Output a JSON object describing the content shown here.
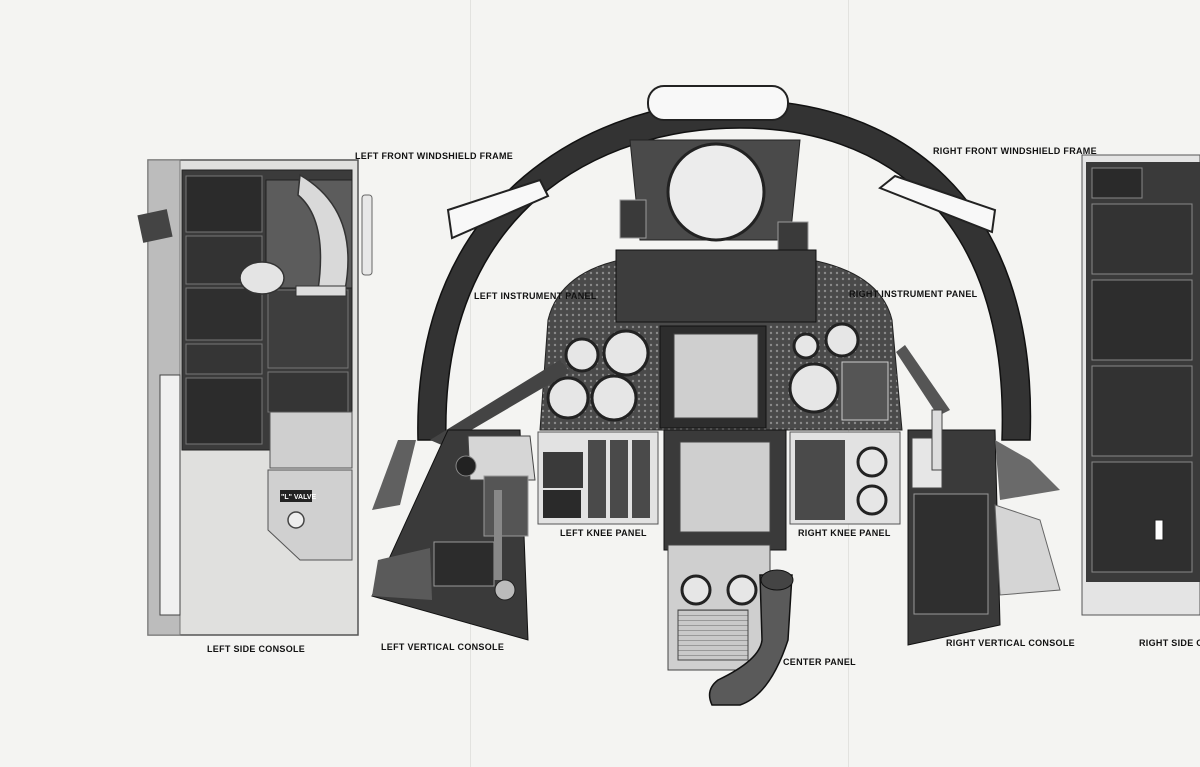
{
  "labels": {
    "left_front_windshield_frame": "LEFT FRONT WINDSHIELD FRAME",
    "right_front_windshield_frame": "RIGHT FRONT WINDSHIELD FRAME",
    "left_instrument_panel": "LEFT INSTRUMENT PANEL",
    "right_instrument_panel": "RIGHT INSTRUMENT PANEL",
    "left_knee_panel": "LEFT KNEE PANEL",
    "right_knee_panel": "RIGHT KNEE PANEL",
    "left_side_console": "LEFT SIDE CONSOLE",
    "left_vertical_console": "LEFT VERTICAL CONSOLE",
    "right_vertical_console": "RIGHT VERTICAL CONSOLE",
    "right_side_console": "RIGHT SIDE C",
    "center_panel": "CENTER PANEL"
  },
  "placards": {
    "valve": "\"L\" VALVE"
  },
  "colors": {
    "paper": "#f4f4f2",
    "frame_dark": "#2e2e2e",
    "panel_dark": "#3a3a3a",
    "panel_mid": "#6a6a6a",
    "panel_light": "#bdbdbd",
    "console_grey": "#d6d6d6"
  }
}
